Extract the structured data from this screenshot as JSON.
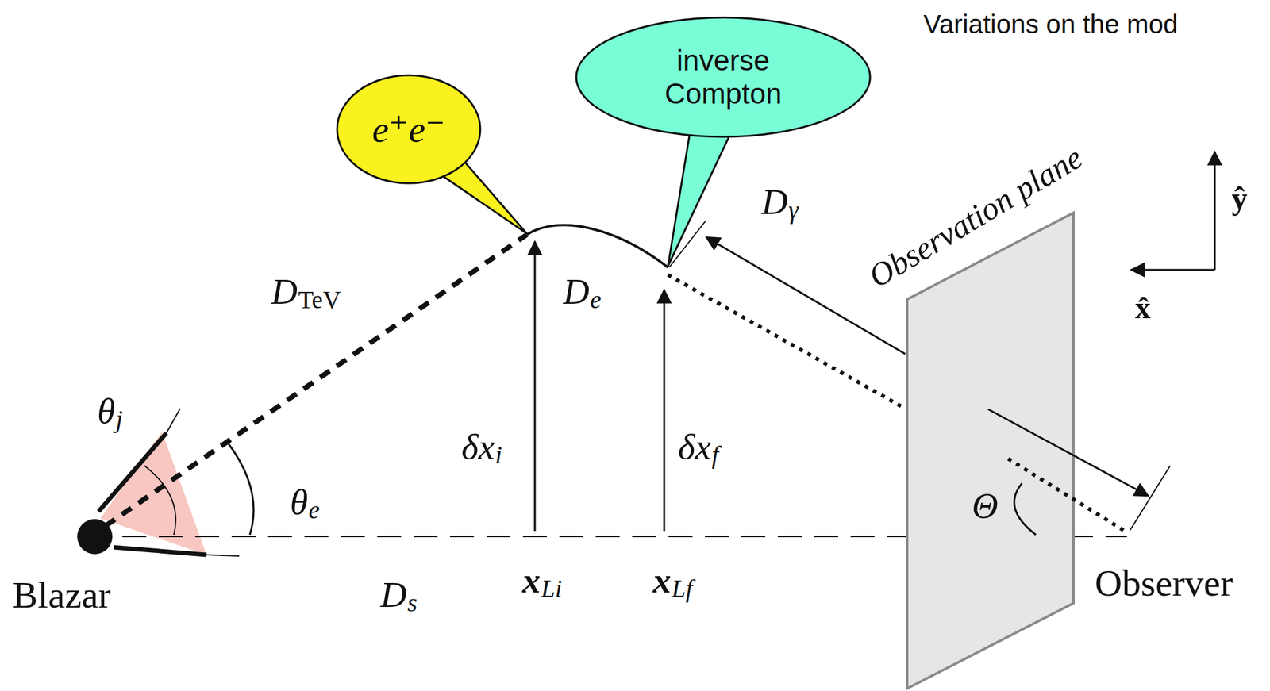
{
  "diagram": {
    "nodes": [
      {
        "text": [
          "e⁺e⁻"
        ]
      },
      {
        "text": [
          "inverse Compton"
        ]
      }
    ],
    "labels": [
      "Variations on the mod",
      "D",
      "TeV",
      "D",
      "e",
      "D",
      "γ",
      "Observation plane",
      "ŷ",
      "x̂",
      "θ",
      "j",
      "θ",
      "e",
      "δx",
      "i",
      "δx",
      "f",
      "Θ",
      "D",
      "s",
      "x",
      "Li",
      "x",
      "Lf",
      "Blazar",
      "Observer"
    ]
  }
}
